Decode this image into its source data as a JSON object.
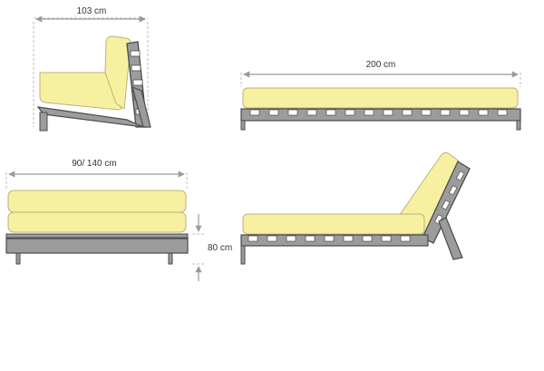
{
  "dimensions": {
    "chair_width": "103 cm",
    "bed_length": "200 cm",
    "front_width": "90/ 140 cm",
    "height": "80 cm"
  },
  "colors": {
    "cushion_fill": "#f7f0a0",
    "cushion_stroke": "#b9b37a",
    "frame_fill": "#9c9c9c",
    "frame_stroke": "#4b4b4b",
    "dimension_line": "#9a9a9a",
    "guide_line": "#bdbdbd",
    "label_text": "#333333"
  }
}
